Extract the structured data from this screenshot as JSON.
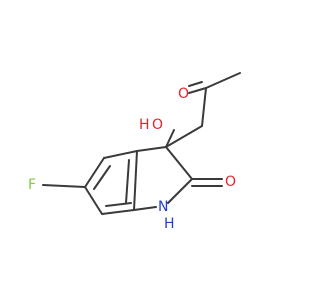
{
  "molecule": {
    "atoms": {
      "fluorine": {
        "symbol": "F",
        "color": "#86c84a"
      },
      "hydroxyl_h": {
        "symbol": "H",
        "color": "#e8232b"
      },
      "hydroxyl_o": {
        "symbol": "O",
        "color": "#e8232b"
      },
      "lactam_o": {
        "symbol": "O",
        "color": "#e8232b"
      },
      "ketone_o": {
        "symbol": "O",
        "color": "#e8232b"
      },
      "amide_n": {
        "symbol": "N",
        "color": "#2340c8"
      },
      "amide_h": {
        "symbol": "H",
        "color": "#2340c8"
      }
    },
    "bond_color": "#3a3a3a"
  }
}
